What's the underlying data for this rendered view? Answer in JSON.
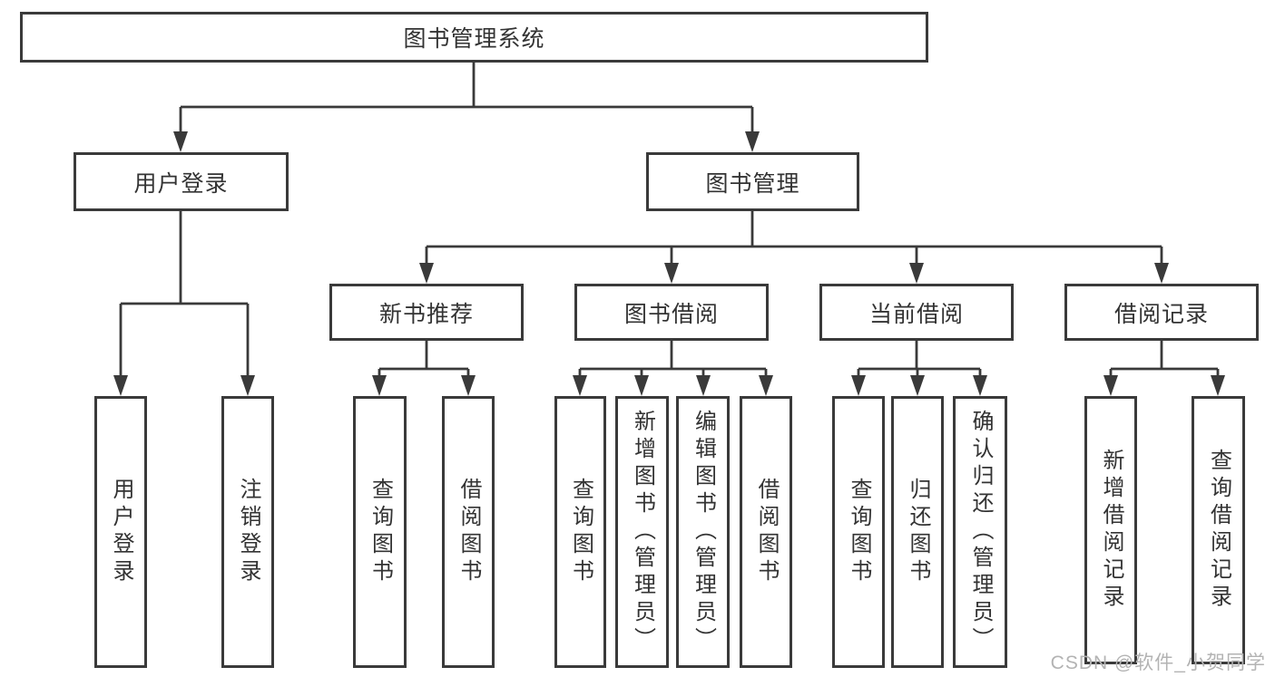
{
  "diagram": {
    "root": {
      "label": "图书管理系统"
    },
    "level2": [
      {
        "label": "用户登录"
      },
      {
        "label": "图书管理"
      }
    ],
    "level3": [
      {
        "label": "新书推荐"
      },
      {
        "label": "图书借阅"
      },
      {
        "label": "当前借阅"
      },
      {
        "label": "借阅记录"
      }
    ],
    "leaves": [
      {
        "label": "用户登录"
      },
      {
        "label": "注销登录"
      },
      {
        "label": "查询图书"
      },
      {
        "label": "借阅图书"
      },
      {
        "label": "查询图书"
      },
      {
        "label": "新增图书（管理员）"
      },
      {
        "label": "编辑图书（管理员）"
      },
      {
        "label": "借阅图书"
      },
      {
        "label": "查询图书"
      },
      {
        "label": "归还图书"
      },
      {
        "label": "确认归还（管理员）"
      },
      {
        "label": "新增借阅记录"
      },
      {
        "label": "查询借阅记录"
      }
    ]
  },
  "watermark": "CSDN @软件_小贺同学",
  "colors": {
    "line": "#3a3a3a",
    "text": "#333333",
    "watermark": "#b3b3b3",
    "background": "#ffffff"
  }
}
